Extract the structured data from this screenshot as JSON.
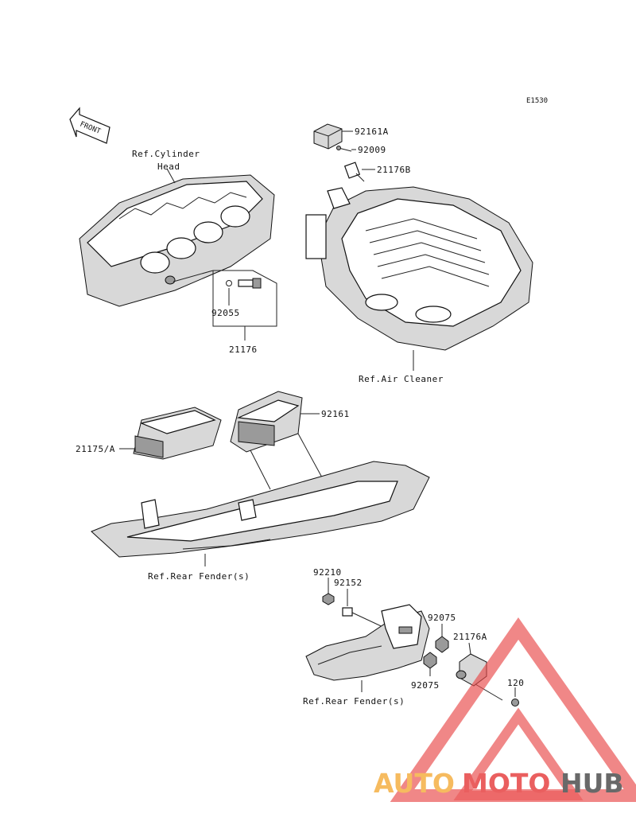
{
  "diagram_code": "E1530",
  "front_label": "FRONT",
  "labels": {
    "ref_cylinder_head_1": "Ref.Cylinder",
    "ref_cylinder_head_2": "Head",
    "p92055": "92055",
    "p21176": "21176",
    "p92161A": "92161A",
    "p92009": "92009",
    "p21176B": "21176B",
    "ref_air_cleaner": "Ref.Air Cleaner",
    "p92161": "92161",
    "p21175A": "21175/A",
    "ref_rear_fender_1": "Ref.Rear Fender(s)",
    "p92210": "92210",
    "p92152": "92152",
    "p92075_top": "92075",
    "p21176A": "21176A",
    "p92075_bottom": "92075",
    "p120": "120",
    "ref_rear_fender_2": "Ref.Rear Fender(s)"
  },
  "watermark": {
    "part1": "AUTO",
    "part2": "MOTO",
    "part3": "HUB",
    "color_orange": "#f5b24a",
    "color_red": "#e84a4a",
    "color_gray": "#555555"
  }
}
